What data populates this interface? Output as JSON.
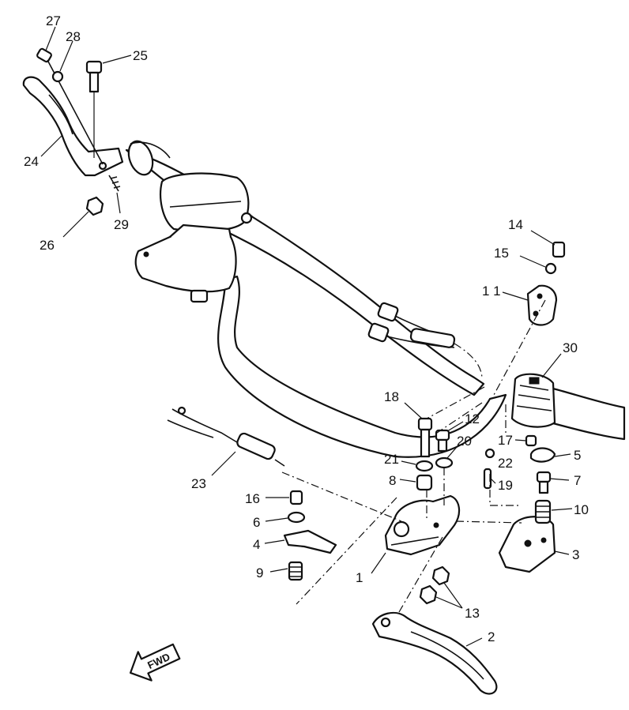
{
  "callouts": [
    {
      "id": "c1",
      "label": "1"
    },
    {
      "id": "c2",
      "label": "2"
    },
    {
      "id": "c3",
      "label": "3"
    },
    {
      "id": "c4",
      "label": "4"
    },
    {
      "id": "c5",
      "label": "5"
    },
    {
      "id": "c6",
      "label": "6"
    },
    {
      "id": "c7",
      "label": "7"
    },
    {
      "id": "c8",
      "label": "8"
    },
    {
      "id": "c9",
      "label": "9"
    },
    {
      "id": "c10",
      "label": "10"
    },
    {
      "id": "c11",
      "label": "1 1"
    },
    {
      "id": "c12",
      "label": "12"
    },
    {
      "id": "c13",
      "label": "13"
    },
    {
      "id": "c14",
      "label": "14"
    },
    {
      "id": "c15",
      "label": "15"
    },
    {
      "id": "c16",
      "label": "16"
    },
    {
      "id": "c17",
      "label": "17"
    },
    {
      "id": "c18",
      "label": "18"
    },
    {
      "id": "c19",
      "label": "19"
    },
    {
      "id": "c20",
      "label": "20"
    },
    {
      "id": "c21",
      "label": "21"
    },
    {
      "id": "c22",
      "label": "22"
    },
    {
      "id": "c23",
      "label": "23"
    },
    {
      "id": "c24",
      "label": "24"
    },
    {
      "id": "c25",
      "label": "25"
    },
    {
      "id": "c26",
      "label": "26"
    },
    {
      "id": "c27",
      "label": "27"
    },
    {
      "id": "c28",
      "label": "28"
    },
    {
      "id": "c29",
      "label": "29"
    },
    {
      "id": "c30",
      "label": "30"
    }
  ],
  "direction_marker": {
    "label": "FWD"
  }
}
